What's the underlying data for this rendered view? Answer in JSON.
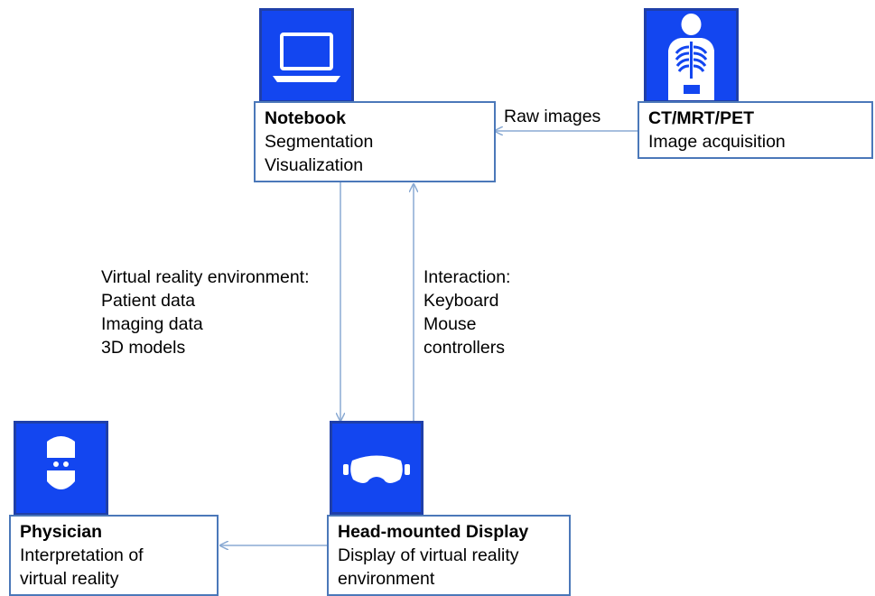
{
  "nodes": {
    "notebook": {
      "title": "Notebook",
      "lines": [
        "Segmentation",
        "Visualization"
      ],
      "icon": "laptop-icon"
    },
    "ct": {
      "title": "CT/MRT/PET",
      "lines": [
        "Image acquisition"
      ],
      "icon": "xray-icon"
    },
    "hmd": {
      "title": "Head-mounted Display",
      "lines": [
        "Display of virtual reality",
        "environment"
      ],
      "icon": "vr-headset-icon"
    },
    "physician": {
      "title": "Physician",
      "lines": [
        "Interpretation of",
        "virtual reality"
      ],
      "icon": "physician-icon"
    }
  },
  "edges": {
    "raw_images": {
      "label": "Raw images"
    },
    "vr_env": {
      "title": "Virtual reality environment:",
      "items": [
        "Patient data",
        "Imaging data",
        "3D models"
      ]
    },
    "interaction": {
      "title": "Interaction:",
      "items": [
        "Keyboard",
        "Mouse",
        "controllers"
      ]
    }
  },
  "colors": {
    "icon_fill": "#1346f0",
    "box_border": "#4b78b9",
    "arrow": "#8aaad3"
  }
}
